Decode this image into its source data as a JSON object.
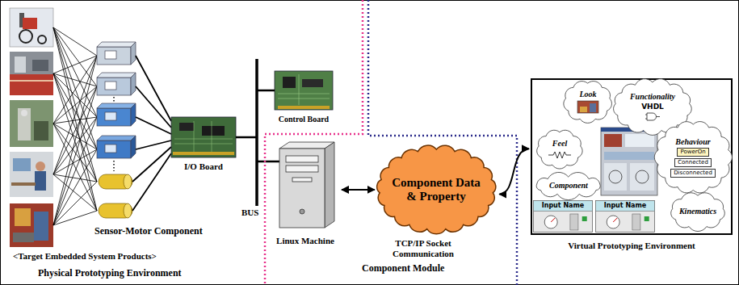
{
  "diagram": {
    "nodes": [
      {
        "text": [
          "I/O Board"
        ]
      },
      {
        "text": [
          "Control Board"
        ]
      },
      {
        "text": [
          "Linux Machine"
        ]
      },
      {
        "text": [
          "Component Data & Property"
        ]
      },
      {
        "text": [
          "Virtual Prototyping Environment"
        ]
      },
      {
        "text": [
          "Look"
        ],
        "in": 4
      },
      {
        "text": [
          "Functionality",
          "VHDL"
        ],
        "in": 4
      },
      {
        "text": [
          "Behaviour",
          "PowerOn",
          "Connected",
          "Disconnected"
        ],
        "in": 4
      },
      {
        "text": [
          "Feel"
        ],
        "in": 4
      },
      {
        "text": [
          "Component"
        ],
        "in": 4
      },
      {
        "text": [
          "Kinematics"
        ],
        "in": 4
      },
      {
        "text": [
          "Input Name"
        ],
        "in": 4
      },
      {
        "text": [
          "Input Name"
        ],
        "in": 4
      }
    ],
    "edges": [
      {
        "from": 2,
        "to": 3,
        "arrow": "both"
      },
      {
        "from": 3,
        "to": 4,
        "arrow": "both"
      }
    ],
    "labels": [
      "Sensor-Motor Component",
      "<Target Embedded System Products>",
      "Physical Prototyping Environment",
      "BUS",
      "TCP/IP Socket Communication",
      "Component Module"
    ]
  }
}
